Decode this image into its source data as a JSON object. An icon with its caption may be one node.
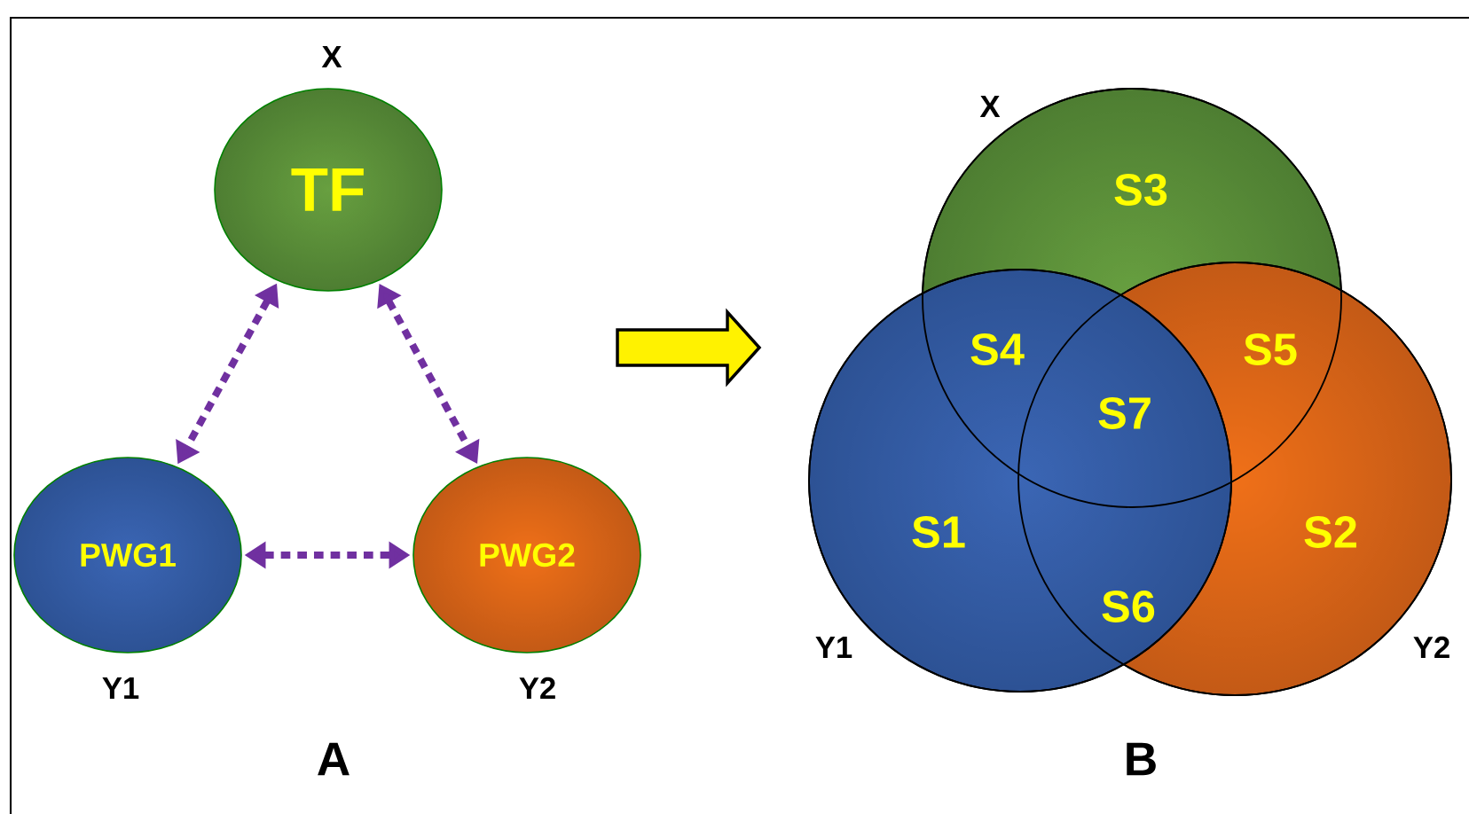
{
  "diagram": {
    "nodes": [
      {
        "text": [
          "TF"
        ],
        "beside": [
          "X"
        ]
      },
      {
        "text": [
          "PWG1"
        ],
        "beside": [
          "Y1"
        ]
      },
      {
        "text": [
          "PWG2"
        ],
        "beside": [
          "Y2"
        ]
      },
      {
        "text": [
          "S3"
        ],
        "beside": [
          "X"
        ]
      },
      {
        "text": [
          "S1"
        ],
        "beside": [
          "Y1"
        ]
      },
      {
        "text": [
          "S2"
        ],
        "beside": [
          "Y2"
        ]
      }
    ],
    "edges": [
      {
        "from": 0,
        "to": 1,
        "arrow": "both",
        "style": "dashed"
      },
      {
        "from": 0,
        "to": 2,
        "arrow": "both",
        "style": "dashed"
      },
      {
        "from": 1,
        "to": 2,
        "arrow": "both",
        "style": "dashed"
      }
    ],
    "labels": [
      "S4",
      "S5",
      "S7",
      "S6",
      "A",
      "B"
    ]
  }
}
